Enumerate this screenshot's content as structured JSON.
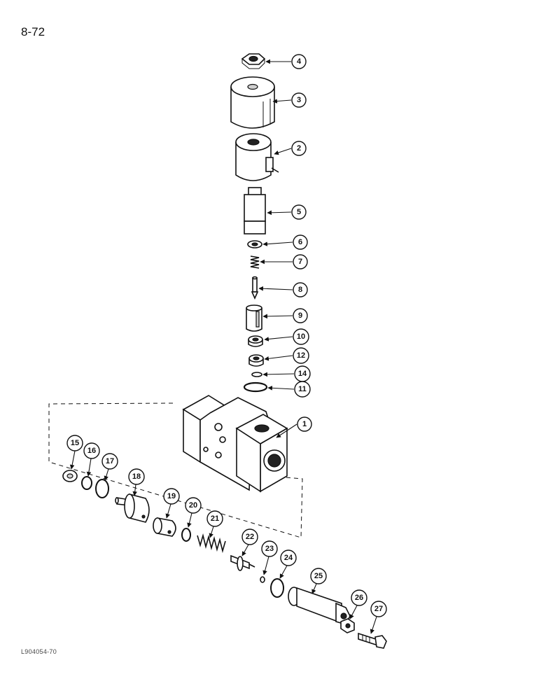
{
  "page_number": "8-72",
  "document_code": "L904054-70",
  "callouts": [
    "1",
    "2",
    "3",
    "4",
    "5",
    "6",
    "7",
    "8",
    "9",
    "10",
    "11",
    "12",
    "14",
    "15",
    "16",
    "17",
    "18",
    "19",
    "20",
    "21",
    "22",
    "23",
    "24",
    "25",
    "26",
    "27"
  ]
}
